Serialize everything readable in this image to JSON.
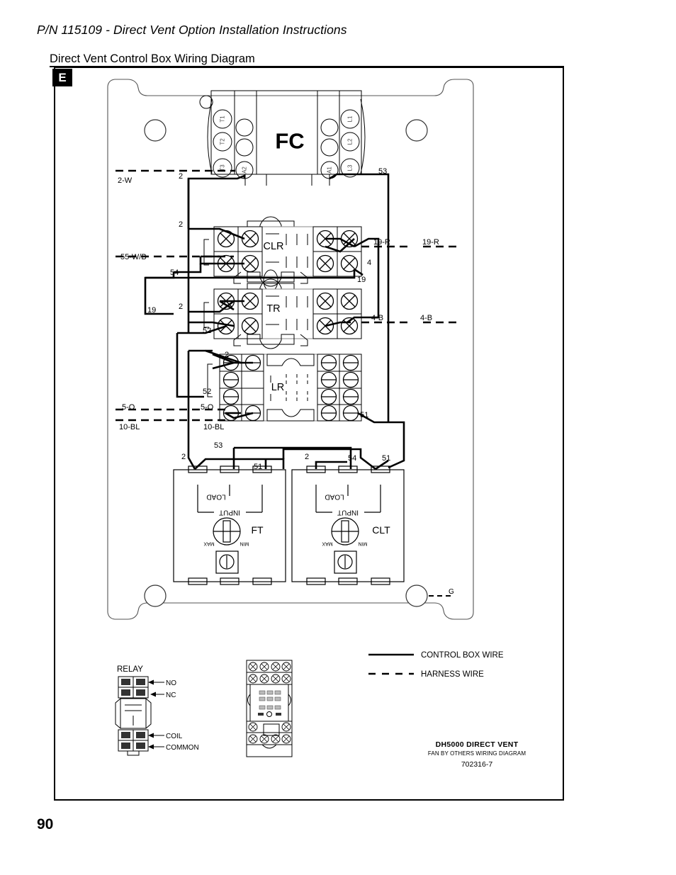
{
  "document": {
    "header": "P/N 115109 - Direct Vent Option Installation Instructions",
    "section_title": "Direct Vent Control Box Wiring Diagram",
    "figure_badge": "E",
    "page_number": "90"
  },
  "diagram": {
    "contactor": {
      "name": "FC",
      "left_terminals": [
        "T1",
        "T2",
        "T3"
      ],
      "right_terminals": [
        "L1",
        "L2",
        "L3"
      ],
      "coil_terminals": [
        "A2",
        "A1"
      ]
    },
    "relays": [
      {
        "name": "CLR"
      },
      {
        "name": "TR"
      },
      {
        "name": "LR"
      }
    ],
    "controls": [
      {
        "name": "FT",
        "load_label": "LOAD",
        "input_label": "INPUT",
        "max_label": "MAX",
        "min_label": "MIN"
      },
      {
        "name": "CLT",
        "load_label": "LOAD",
        "input_label": "INPUT",
        "max_label": "MAX",
        "min_label": "MIN"
      }
    ],
    "harness_labels": [
      {
        "text": "2-W"
      },
      {
        "text": "55-W/B"
      },
      {
        "text": "5-O"
      },
      {
        "text": "10-BL"
      },
      {
        "text": "5-O"
      },
      {
        "text": "10-BL"
      },
      {
        "text": "19-R"
      },
      {
        "text": "19-R"
      },
      {
        "text": "4-B"
      },
      {
        "text": "4-B"
      },
      {
        "text": "G"
      }
    ],
    "wire_numbers": [
      {
        "text": "2"
      },
      {
        "text": "2"
      },
      {
        "text": "2"
      },
      {
        "text": "2"
      },
      {
        "text": "2"
      },
      {
        "text": "4"
      },
      {
        "text": "19"
      },
      {
        "text": "19"
      },
      {
        "text": "51"
      },
      {
        "text": "51"
      },
      {
        "text": "51"
      },
      {
        "text": "52"
      },
      {
        "text": "52"
      },
      {
        "text": "53"
      },
      {
        "text": "53"
      },
      {
        "text": "54"
      },
      {
        "text": "54"
      }
    ]
  },
  "legend": {
    "relay_title": "RELAY",
    "relay_terminals": [
      "NO",
      "NC",
      "COIL",
      "COMMON"
    ],
    "wire_types": [
      {
        "label": "CONTROL BOX WIRE",
        "style": "solid"
      },
      {
        "label": "HARNESS WIRE",
        "style": "dashed"
      }
    ]
  },
  "title_block": {
    "line1": "DH5000 DIRECT VENT",
    "line2": "FAN BY OTHERS WIRING DIAGRAM",
    "line3": "702316-7"
  }
}
